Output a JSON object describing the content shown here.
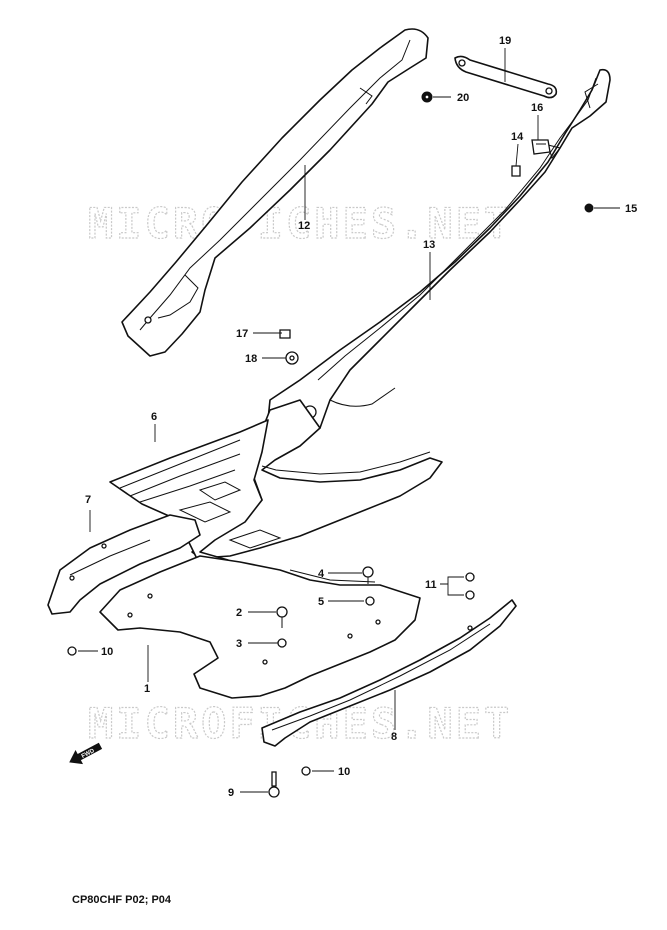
{
  "watermark": "MICROFICHES.NET",
  "model_code": "CP80CHF P02; P04",
  "fwd_label": "FWD",
  "callouts": {
    "c1": "1",
    "c2": "2",
    "c3": "3",
    "c4": "4",
    "c5": "5",
    "c6": "6",
    "c7": "7",
    "c8": "8",
    "c9": "9",
    "c10a": "10",
    "c10b": "10",
    "c11": "11",
    "c12": "12",
    "c13": "13",
    "c14": "14",
    "c15": "15",
    "c16": "16",
    "c17": "17",
    "c18": "18",
    "c19": "19",
    "c20": "20"
  }
}
